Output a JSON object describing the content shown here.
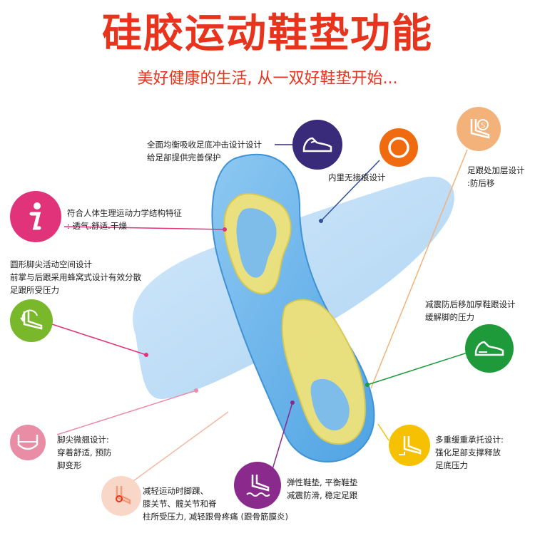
{
  "header": {
    "title": "硅胶运动鞋垫功能",
    "subtitle": "美好健康的生活, 从一双好鞋垫开始..."
  },
  "features": {
    "shoe": {
      "line1": "全面均衡吸收足底冲击设计设计",
      "line2": "给足部提供完善保护",
      "icon": "shoe-icon"
    },
    "seamless": {
      "line1": "内里无接痕设计",
      "icon": "ring-icon"
    },
    "heel_layer": {
      "line1": "足跟处加层设计",
      "line2": ":防后移",
      "icon": "heel-s-icon"
    },
    "ergonomic": {
      "line1": "符合人体生理运动力学结构特征",
      "line2": ": 透气.舒适.干燥",
      "icon": "info-icon"
    },
    "round_toe": {
      "line1": "圆形脚尖活动空间设计",
      "line2": "前掌与后跟采用蜂窝式设计有效分散",
      "line3": "足跟所受压力",
      "icon": "foot-arrow-icon"
    },
    "cushion": {
      "line1": "减震防后移加厚鞋跟设计",
      "line2": "缓解脚的压力",
      "icon": "shoe-heel-icon"
    },
    "toe": {
      "line1": "脚尖微翘设计:",
      "line2": "穿着舒适, 预防",
      "line3": "脚变形",
      "icon": "toe-joint-icon"
    },
    "multi_support": {
      "line1": "多重缓重承托设计:",
      "line2": "强化足部支撑释放",
      "line3": "足底压力",
      "icon": "foot-support-icon"
    },
    "ankle": {
      "line1": "减轻运动时脚踝、",
      "line2": "膝关节、髋关节和脊",
      "line3": "柱所受压力, 减轻跟骨疼痛 (跟骨筋膜炎)",
      "icon": "ankle-icon"
    },
    "elastic": {
      "line1": "弹性鞋垫, 平衡鞋垫",
      "line2": "减震防滑, 稳定足跟",
      "icon": "foot-waves-icon"
    }
  },
  "colors": {
    "title": "#e8331d",
    "purple": "#3a2a7a",
    "orange": "#f06a0f",
    "peach": "#f3b27a",
    "magenta": "#e0337a",
    "green": "#79b82a",
    "darkgreen": "#1e9a3a",
    "pink": "#e98ca5",
    "yellow": "#f5c100",
    "salmon": "#f09b7a",
    "violet": "#8a2a8c",
    "insole": "#6fb6ea",
    "insole_pad": "#f0e27a"
  }
}
